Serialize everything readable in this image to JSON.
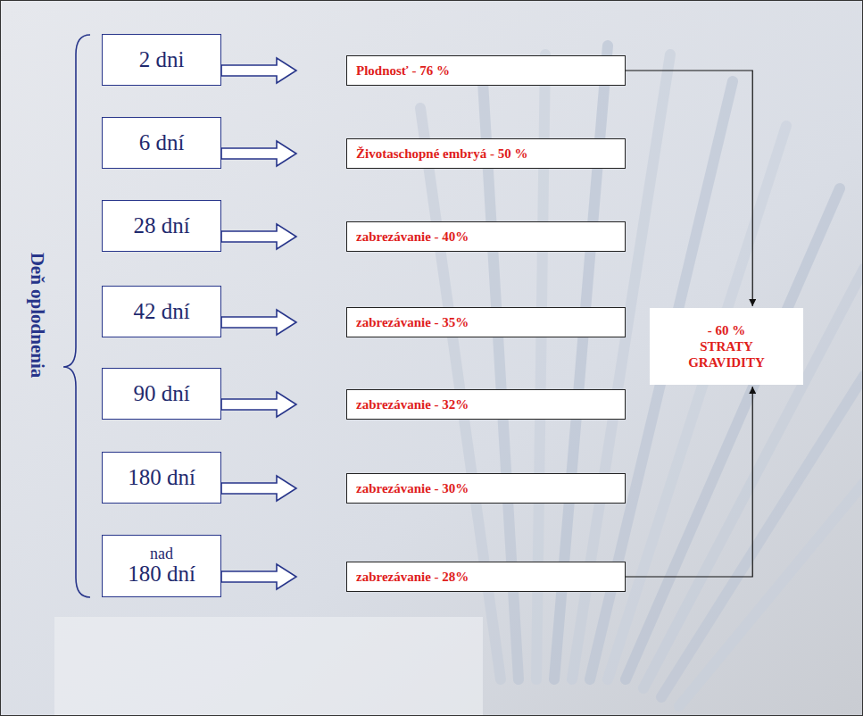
{
  "diagram": {
    "nodes": [
      {
        "text": [
          "2 dni"
        ]
      },
      {
        "text": [
          "Plodnosť - 76 %"
        ]
      },
      {
        "text": [
          "6 dní"
        ]
      },
      {
        "text": [
          "Životaschopné embryá - 50 %"
        ]
      },
      {
        "text": [
          "28 dní"
        ]
      },
      {
        "text": [
          "zabrezávanie - 40%"
        ]
      },
      {
        "text": [
          "42 dní"
        ]
      },
      {
        "text": [
          "zabrezávanie - 35%"
        ]
      },
      {
        "text": [
          "90 dní"
        ]
      },
      {
        "text": [
          "zabrezávanie - 32%"
        ]
      },
      {
        "text": [
          "180 dní"
        ]
      },
      {
        "text": [
          "zabrezávanie - 30%"
        ]
      },
      {
        "text": [
          "nad",
          "180 dní"
        ]
      },
      {
        "text": [
          "zabrezávanie - 28%"
        ]
      },
      {
        "text": [
          "- 60 % STRATY GRAVIDITY"
        ]
      }
    ],
    "edges": [
      {
        "from": 0,
        "to": 1,
        "arrow": "to"
      },
      {
        "from": 2,
        "to": 3,
        "arrow": "to"
      },
      {
        "from": 4,
        "to": 5,
        "arrow": "to"
      },
      {
        "from": 6,
        "to": 7,
        "arrow": "to"
      },
      {
        "from": 8,
        "to": 9,
        "arrow": "to"
      },
      {
        "from": 10,
        "to": 11,
        "arrow": "to"
      },
      {
        "from": 12,
        "to": 13,
        "arrow": "to"
      },
      {
        "from": 1,
        "to": 14,
        "arrow": "to"
      },
      {
        "from": 13,
        "to": 14,
        "arrow": "to"
      }
    ],
    "labels": [
      "Deň oplodnenia"
    ]
  }
}
